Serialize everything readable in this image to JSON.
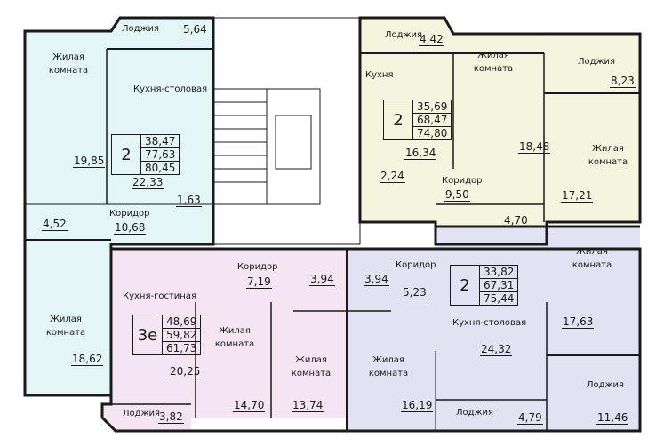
{
  "colors": {
    "apt_a": "#e4f5f5",
    "apt_b": "#f4f4df",
    "apt_c": "#f5e5f3",
    "apt_d": "#e2e2f3",
    "wall": "#1a1a1a"
  },
  "apartments": [
    {
      "type": "2",
      "living_area": "38,47",
      "total_area": "77,63",
      "total_with_loggia": "80,45",
      "rooms": [
        {
          "name": "Лоджия",
          "area": "5,64"
        },
        {
          "name": "Жилая комната",
          "area": "19,85"
        },
        {
          "name": "Кухня-столовая",
          "area": "22,33"
        },
        {
          "area": "1,63"
        },
        {
          "area": "4,52"
        },
        {
          "name": "Коридор",
          "area": "10,68"
        },
        {
          "name": "Жилая комната",
          "area": "18,62"
        }
      ]
    },
    {
      "type": "2",
      "living_area": "35,69",
      "total_area": "68,47",
      "total_with_loggia": "74,80",
      "rooms": [
        {
          "name": "Лоджия",
          "area": "4,42"
        },
        {
          "name": "Кухня",
          "area": "16,34"
        },
        {
          "area": "2,24"
        },
        {
          "name": "Коридор",
          "area": "9,50"
        },
        {
          "area": "4,70"
        },
        {
          "name": "Жилая комната",
          "area": "18,48"
        },
        {
          "name": "Лоджия",
          "area": "8,23"
        },
        {
          "name": "Жилая комната",
          "area": "17,21"
        }
      ]
    },
    {
      "type": "3е",
      "living_area": "48,69",
      "total_area": "59,82",
      "total_with_loggia": "61,73",
      "rooms": [
        {
          "name": "Кухня-гостиная",
          "area": "20,25"
        },
        {
          "name": "Лоджия",
          "area": "3,82"
        },
        {
          "name": "Коридор",
          "area": "7,19"
        },
        {
          "area": "3,94"
        },
        {
          "name": "Жилая комната",
          "area": "14,70"
        },
        {
          "name": "Жилая комната",
          "area": "13,74"
        }
      ]
    },
    {
      "type": "2",
      "living_area": "33,82",
      "total_area": "67,31",
      "total_with_loggia": "75,44",
      "rooms": [
        {
          "area": "3,94"
        },
        {
          "name": "Коридор",
          "area": "5,23"
        },
        {
          "name": "Жилая комната",
          "area": "16,19"
        },
        {
          "name": "Кухня-столовая",
          "area": "24,32"
        },
        {
          "name": "Жилая комната",
          "area": "17,63"
        },
        {
          "name": "Лоджия",
          "area": "11,46"
        },
        {
          "name": "Лоджия",
          "area": "4,79"
        }
      ]
    }
  ]
}
